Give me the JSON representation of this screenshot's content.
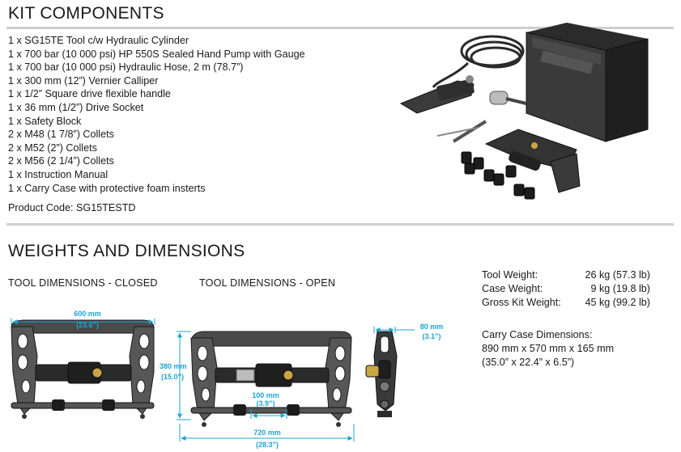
{
  "kit": {
    "title": "KIT COMPONENTS",
    "items": [
      "1 x SG15TE Tool c/w Hydraulic Cylinder",
      "1 x 700 bar (10 000 psi) HP 550S Sealed Hand Pump with Gauge",
      "1 x 700 bar (10 000 psi) Hydraulic Hose, 2 m (78.7”)",
      "1 x 300 mm (12”)  Vernier Calliper",
      "1 x 1/2” Square drive flexible handle",
      "1 x 36 mm (1/2”) Drive Socket",
      "1 x Safety Block",
      "2 x M48 (1 7/8”) Collets",
      "2 x M52 (2”) Collets",
      "2 x M56 (2 1/4”) Collets",
      "1 x Instruction Manual",
      "1 x Carry Case with protective foam insterts"
    ],
    "product_code": "Product Code: SG15TESTD"
  },
  "weights": {
    "title": "WEIGHTS AND DIMENSIONS",
    "closed_label": "TOOL DIMENSIONS - CLOSED",
    "open_label": "TOOL DIMENSIONS - OPEN",
    "tool_weight_label": "Tool Weight:",
    "tool_weight_value": "26 kg (57.3 lb)",
    "case_weight_label": "Case Weight:",
    "case_weight_value": "9 kg (19.8 lb)",
    "gross_weight_label": "Gross Kit Weight:",
    "gross_weight_value": "45 kg (99.2 lb)",
    "carry_title": "Carry Case Dimensions:",
    "carry_metric": "890 mm x 570 mm x 165 mm",
    "carry_imperial": "(35.0” x 22.4” x 6.5”)"
  },
  "dimensions": {
    "closed_width_mm": "600 mm",
    "closed_width_in": "(23.6”)",
    "height_mm": "380 mm",
    "height_in": "(15.0”)",
    "stroke_mm": "100 mm",
    "stroke_in": "(3.9”)",
    "open_width_mm": "720 mm",
    "open_width_in": "(28.3”)",
    "depth_mm": "80 mm",
    "depth_in": "(3.1”)"
  },
  "colors": {
    "dimension": "#1ba4d6",
    "rule": "#cfcfcf",
    "tool": "#3a3a3a"
  }
}
